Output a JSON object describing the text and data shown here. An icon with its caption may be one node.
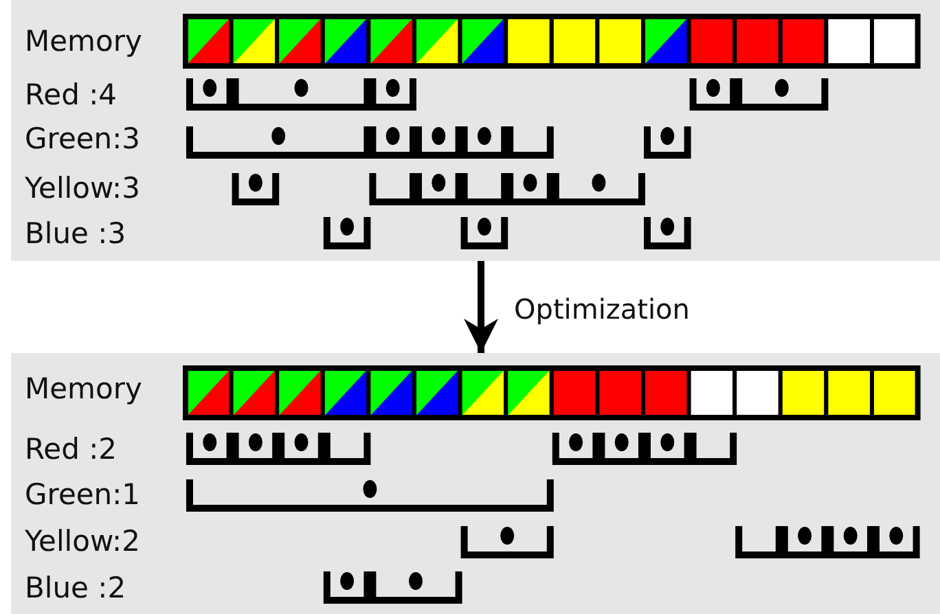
{
  "diagram": {
    "nodes": [
      {
        "text": [
          "Memory",
          "Red :4",
          "Green:3",
          "Yellow:3",
          "Blue :3"
        ]
      },
      {
        "text": [
          "Memory",
          "Red :2",
          "Green:1",
          "Yellow:2",
          "Blue :2"
        ]
      }
    ],
    "edges": [
      {
        "from": 0,
        "to": 1,
        "arrow": "to",
        "label": "Optimization"
      }
    ]
  }
}
